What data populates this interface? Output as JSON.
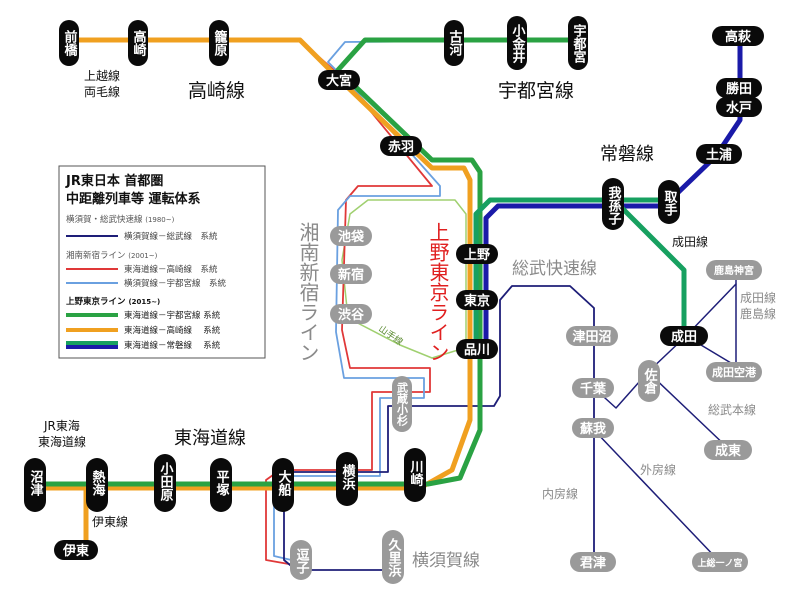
{
  "colors": {
    "tokaido_utsunomiya": "#2aa243",
    "tokaido_takasaki": "#f0a020",
    "tokaido_joban": "#17a060",
    "joban_blue": "#1a1aa8",
    "sobu_navy": "#1e1e78",
    "shonan_red": "#e03838",
    "shonan_lightblue": "#6aa0e0",
    "yamanote": "#a0d070",
    "station_dark": "#0a0a0a",
    "station_gray": "#9a9a9a",
    "line_label_gray": "#8a8a8a",
    "ueno_tokyo_red": "#e02020"
  },
  "legend": {
    "title_line1": "JR東日本 首都圏",
    "title_line2": "中距離列車等 運転体系",
    "group1_title": "横須賀・総武快速線",
    "group1_year": "(1980~)",
    "group1_items": [
      "横須賀線－総武線　系統"
    ],
    "group2_title": "湘南新宿ライン",
    "group2_year": "(2001~)",
    "group2_items": [
      "東海道線－高崎線　系統",
      "横須賀線－宇都宮線　系統"
    ],
    "group3_title": "上野東京ライン",
    "group3_year": "(2015~)",
    "group3_items": [
      "東海道線－宇都宮線 系統",
      "東海道線－高崎線　 系統",
      "東海道線－常磐線　 系統"
    ]
  },
  "line_labels": {
    "takasaki": "高崎線",
    "utsunomiya": "宇都宮線",
    "joban": "常磐線",
    "narita": "成田線",
    "sobu_rapid": "総武快速線",
    "narita_kashima_1": "成田線",
    "narita_kashima_2": "鹿島線",
    "sobu_main": "総武本線",
    "sotobo": "外房線",
    "uchibo": "内房線",
    "tokaido": "東海道線",
    "yokosuka": "横須賀線",
    "ito": "伊東線",
    "jr_central_1": "JR東海",
    "jr_central_2": "東海道線",
    "joetsu_1": "上越線",
    "joetsu_2": "両毛線",
    "yamanote": "山手線",
    "shonan_shinjuku": "湘南新宿ライン",
    "ueno_tokyo": "上野東京ライン"
  },
  "stations": {
    "maebashi": "前橋",
    "takasaki": "高崎",
    "kagohara": "籠原",
    "omiya": "大宮",
    "koga": "古河",
    "oyama": "小金井",
    "utsunomiya": "宇都宮",
    "takahagi": "高萩",
    "katsuta": "勝田",
    "mito": "水戸",
    "tsuchiura": "土浦",
    "abiko": "我孫子",
    "toride": "取手",
    "akabane": "赤羽",
    "ikebukuro": "池袋",
    "shinjuku": "新宿",
    "shibuya": "渋谷",
    "ueno": "上野",
    "tokyo": "東京",
    "shinagawa": "品川",
    "musashikosugi": "武蔵小杉",
    "kashimajingu": "鹿島神宮",
    "narita": "成田",
    "narita_airport": "成田空港",
    "sakura": "佐倉",
    "tsudanuma": "津田沼",
    "chiba": "千葉",
    "soga": "蘇我",
    "naruto": "成東",
    "kisarazu": "君津",
    "kazusa_ichinomiya": "上総一ノ宮",
    "numazu": "沼津",
    "atami": "熱海",
    "odawara": "小田原",
    "hiratsuka": "平塚",
    "ofuna": "大船",
    "yokohama": "横浜",
    "kawasaki": "川崎",
    "ito": "伊東",
    "zushi": "逗子",
    "kurihama": "久里浜"
  }
}
